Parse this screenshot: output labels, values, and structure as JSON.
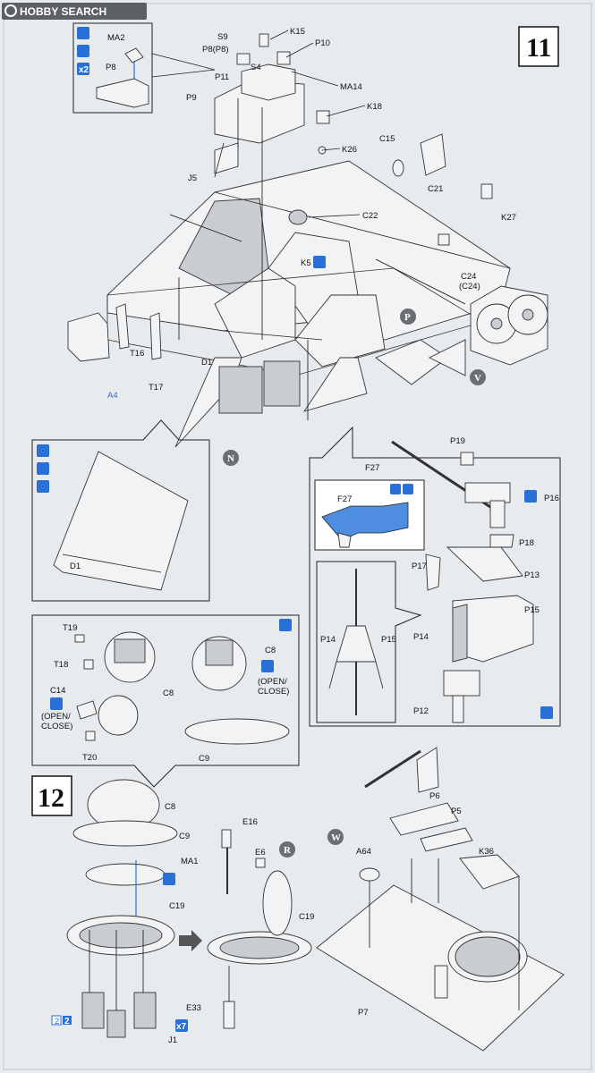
{
  "header": {
    "logo_text": "HOBBY SEARCH"
  },
  "steps": {
    "step11": "11",
    "step12": "12"
  },
  "badges": {
    "P": "P",
    "V": "V",
    "N": "N",
    "R": "R",
    "W": "W"
  },
  "quantities": {
    "x2": "x2",
    "x7": "x7",
    "h2": "2",
    "h2b": "2"
  },
  "open_close": "(OPEN/\nCLOSE)",
  "labels": {
    "MA2": "MA2",
    "P8_top": "P8",
    "K15": "K15",
    "S9": "S9",
    "P10": "P10",
    "P8P8": "P8(P8)",
    "S4": "S4",
    "P11": "P11",
    "MA14": "MA14",
    "P9": "P9",
    "K18": "K18",
    "K26": "K26",
    "C15": "C15",
    "J5": "J5",
    "C21": "C21",
    "C22": "C22",
    "K27": "K27",
    "K5": "K5",
    "C24": "C24",
    "C24b": "(C24)",
    "T16": "T16",
    "T17": "T17",
    "D1": "D1",
    "A4": "A4",
    "F27": "F27",
    "P19": "P19",
    "F27b": "F27",
    "P16": "P16",
    "P18": "P18",
    "P17": "P17",
    "P13": "P13",
    "P14": "P14",
    "P15": "P15",
    "P14b": "P14",
    "P15b": "P15",
    "P12": "P12",
    "D1b": "D1",
    "T19": "T19",
    "T18": "T18",
    "C8a": "C8",
    "C8b": "C8",
    "C14": "C14",
    "OC1": "(OPEN/",
    "OC1b": "CLOSE)",
    "OC2": "(OPEN/",
    "OC2b": "CLOSE)",
    "T20": "T20",
    "C9": "C9",
    "C8c": "C8",
    "C9b": "C9",
    "MA1": "MA1",
    "C19": "C19",
    "E16": "E16",
    "E6": "E6",
    "A64": "A64",
    "P6": "P6",
    "P5": "P5",
    "K36": "K36",
    "C19b": "C19",
    "E33": "E33",
    "P7": "P7",
    "J1": "J1"
  },
  "colors": {
    "accent_blue": "#2a6fd6",
    "badge_gray": "#6b6f74",
    "background": "#e8ebee"
  }
}
